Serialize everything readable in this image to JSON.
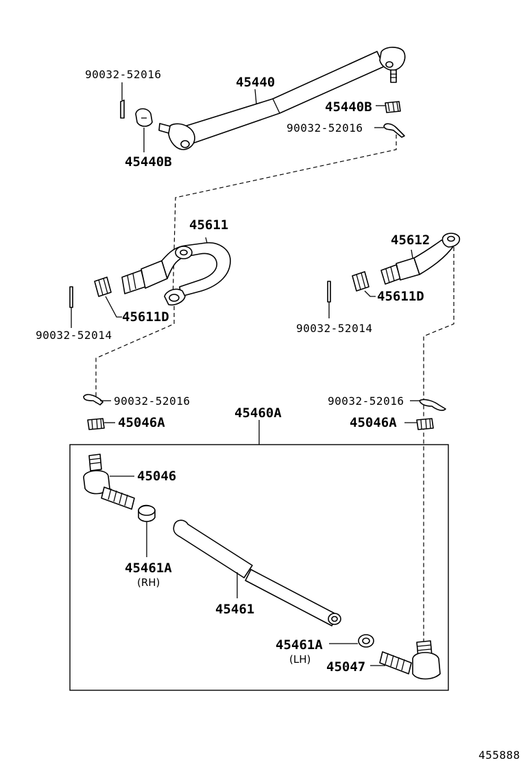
{
  "diagram": {
    "figure_number": "455888",
    "assembly_label": "45460A",
    "parts": {
      "pin_top_left": "90032-52016",
      "drag_link": "45440",
      "nut_right": "45440B",
      "nut_left": "45440B",
      "pin_top_right": "90032-52016",
      "knuckle_arm_rh": "45611",
      "knuckle_arm_lh": "45612",
      "nut_mid_left": "45611D",
      "nut_mid_right": "45611D",
      "pin_mid_left": "90032-52014",
      "pin_mid_right": "90032-52014",
      "pin_low_left": "90032-52016",
      "pin_low_right": "90032-52016",
      "nut_low_left": "45046A",
      "nut_low_right": "45046A",
      "tie_rod_end_rh": "45046",
      "clamp_rh": "45461A",
      "clamp_rh_side": "(RH)",
      "tie_rod_tube": "45461",
      "clamp_lh": "45461A",
      "clamp_lh_side": "(LH)",
      "tie_rod_end_lh": "45047"
    }
  }
}
